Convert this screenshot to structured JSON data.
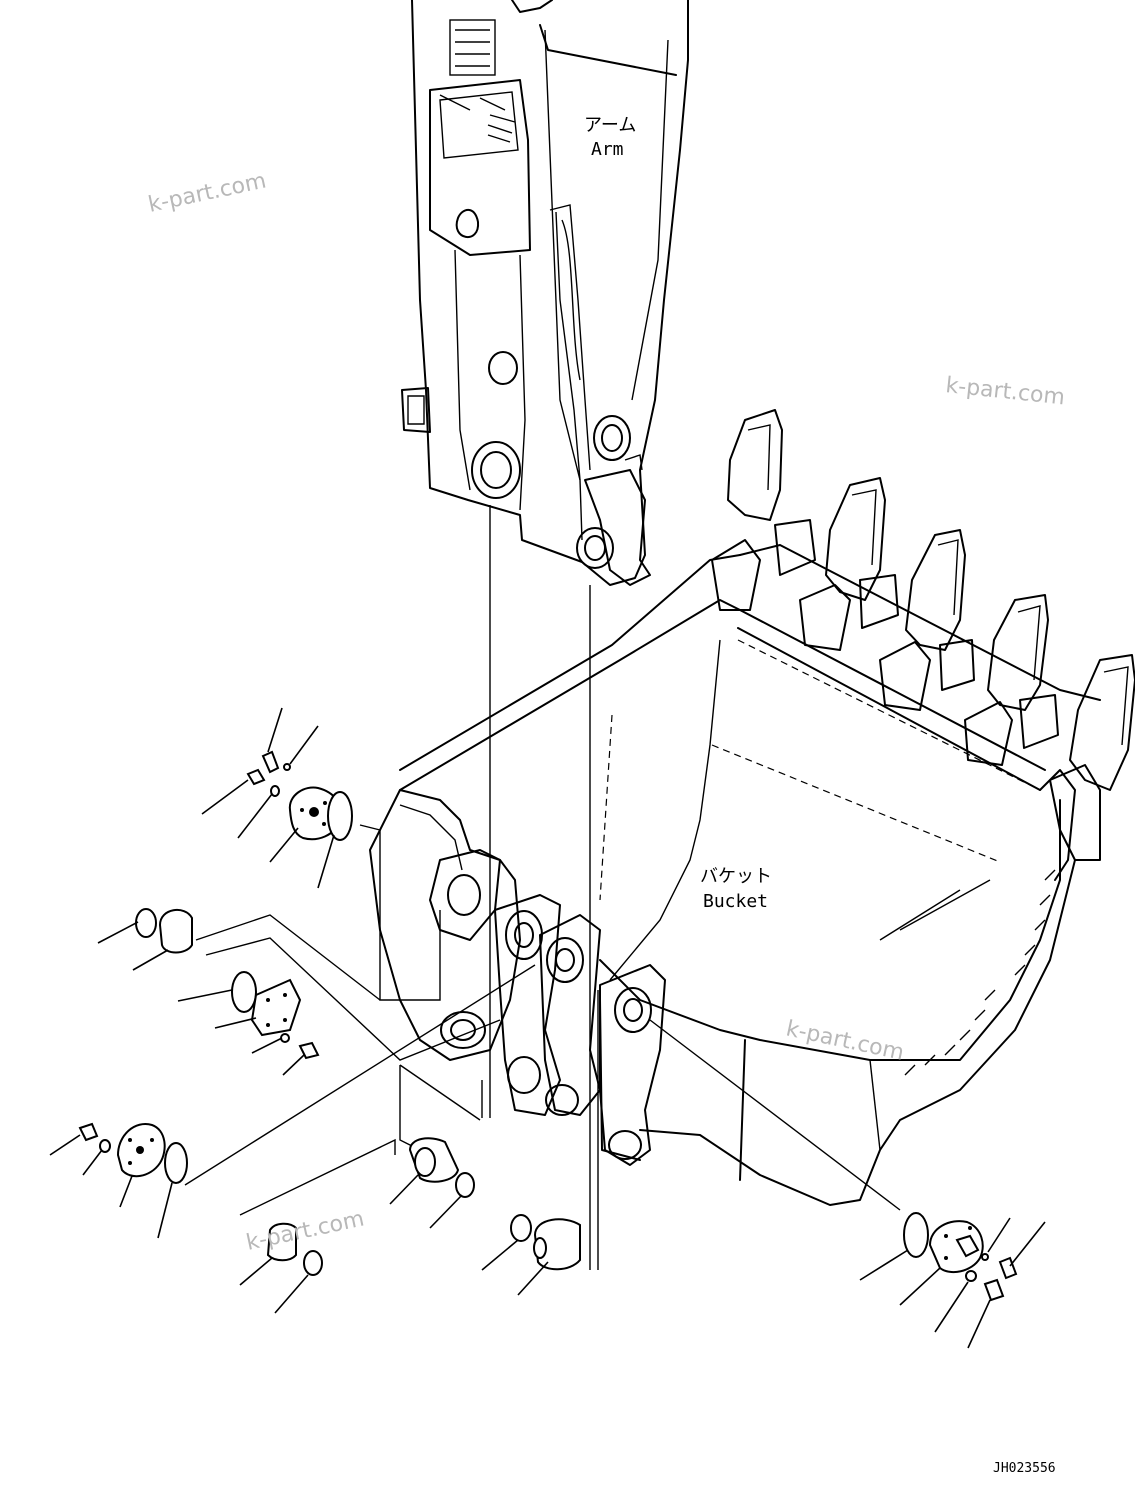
{
  "labels": {
    "arm_jp": "アーム",
    "arm_en": "Arm",
    "bucket_jp": "バケット",
    "bucket_en": "Bucket"
  },
  "watermark": "k-part.com",
  "drawing_number": "JH023556",
  "colors": {
    "line": "#000000",
    "background": "#ffffff",
    "watermark": "#b8b8b8"
  }
}
